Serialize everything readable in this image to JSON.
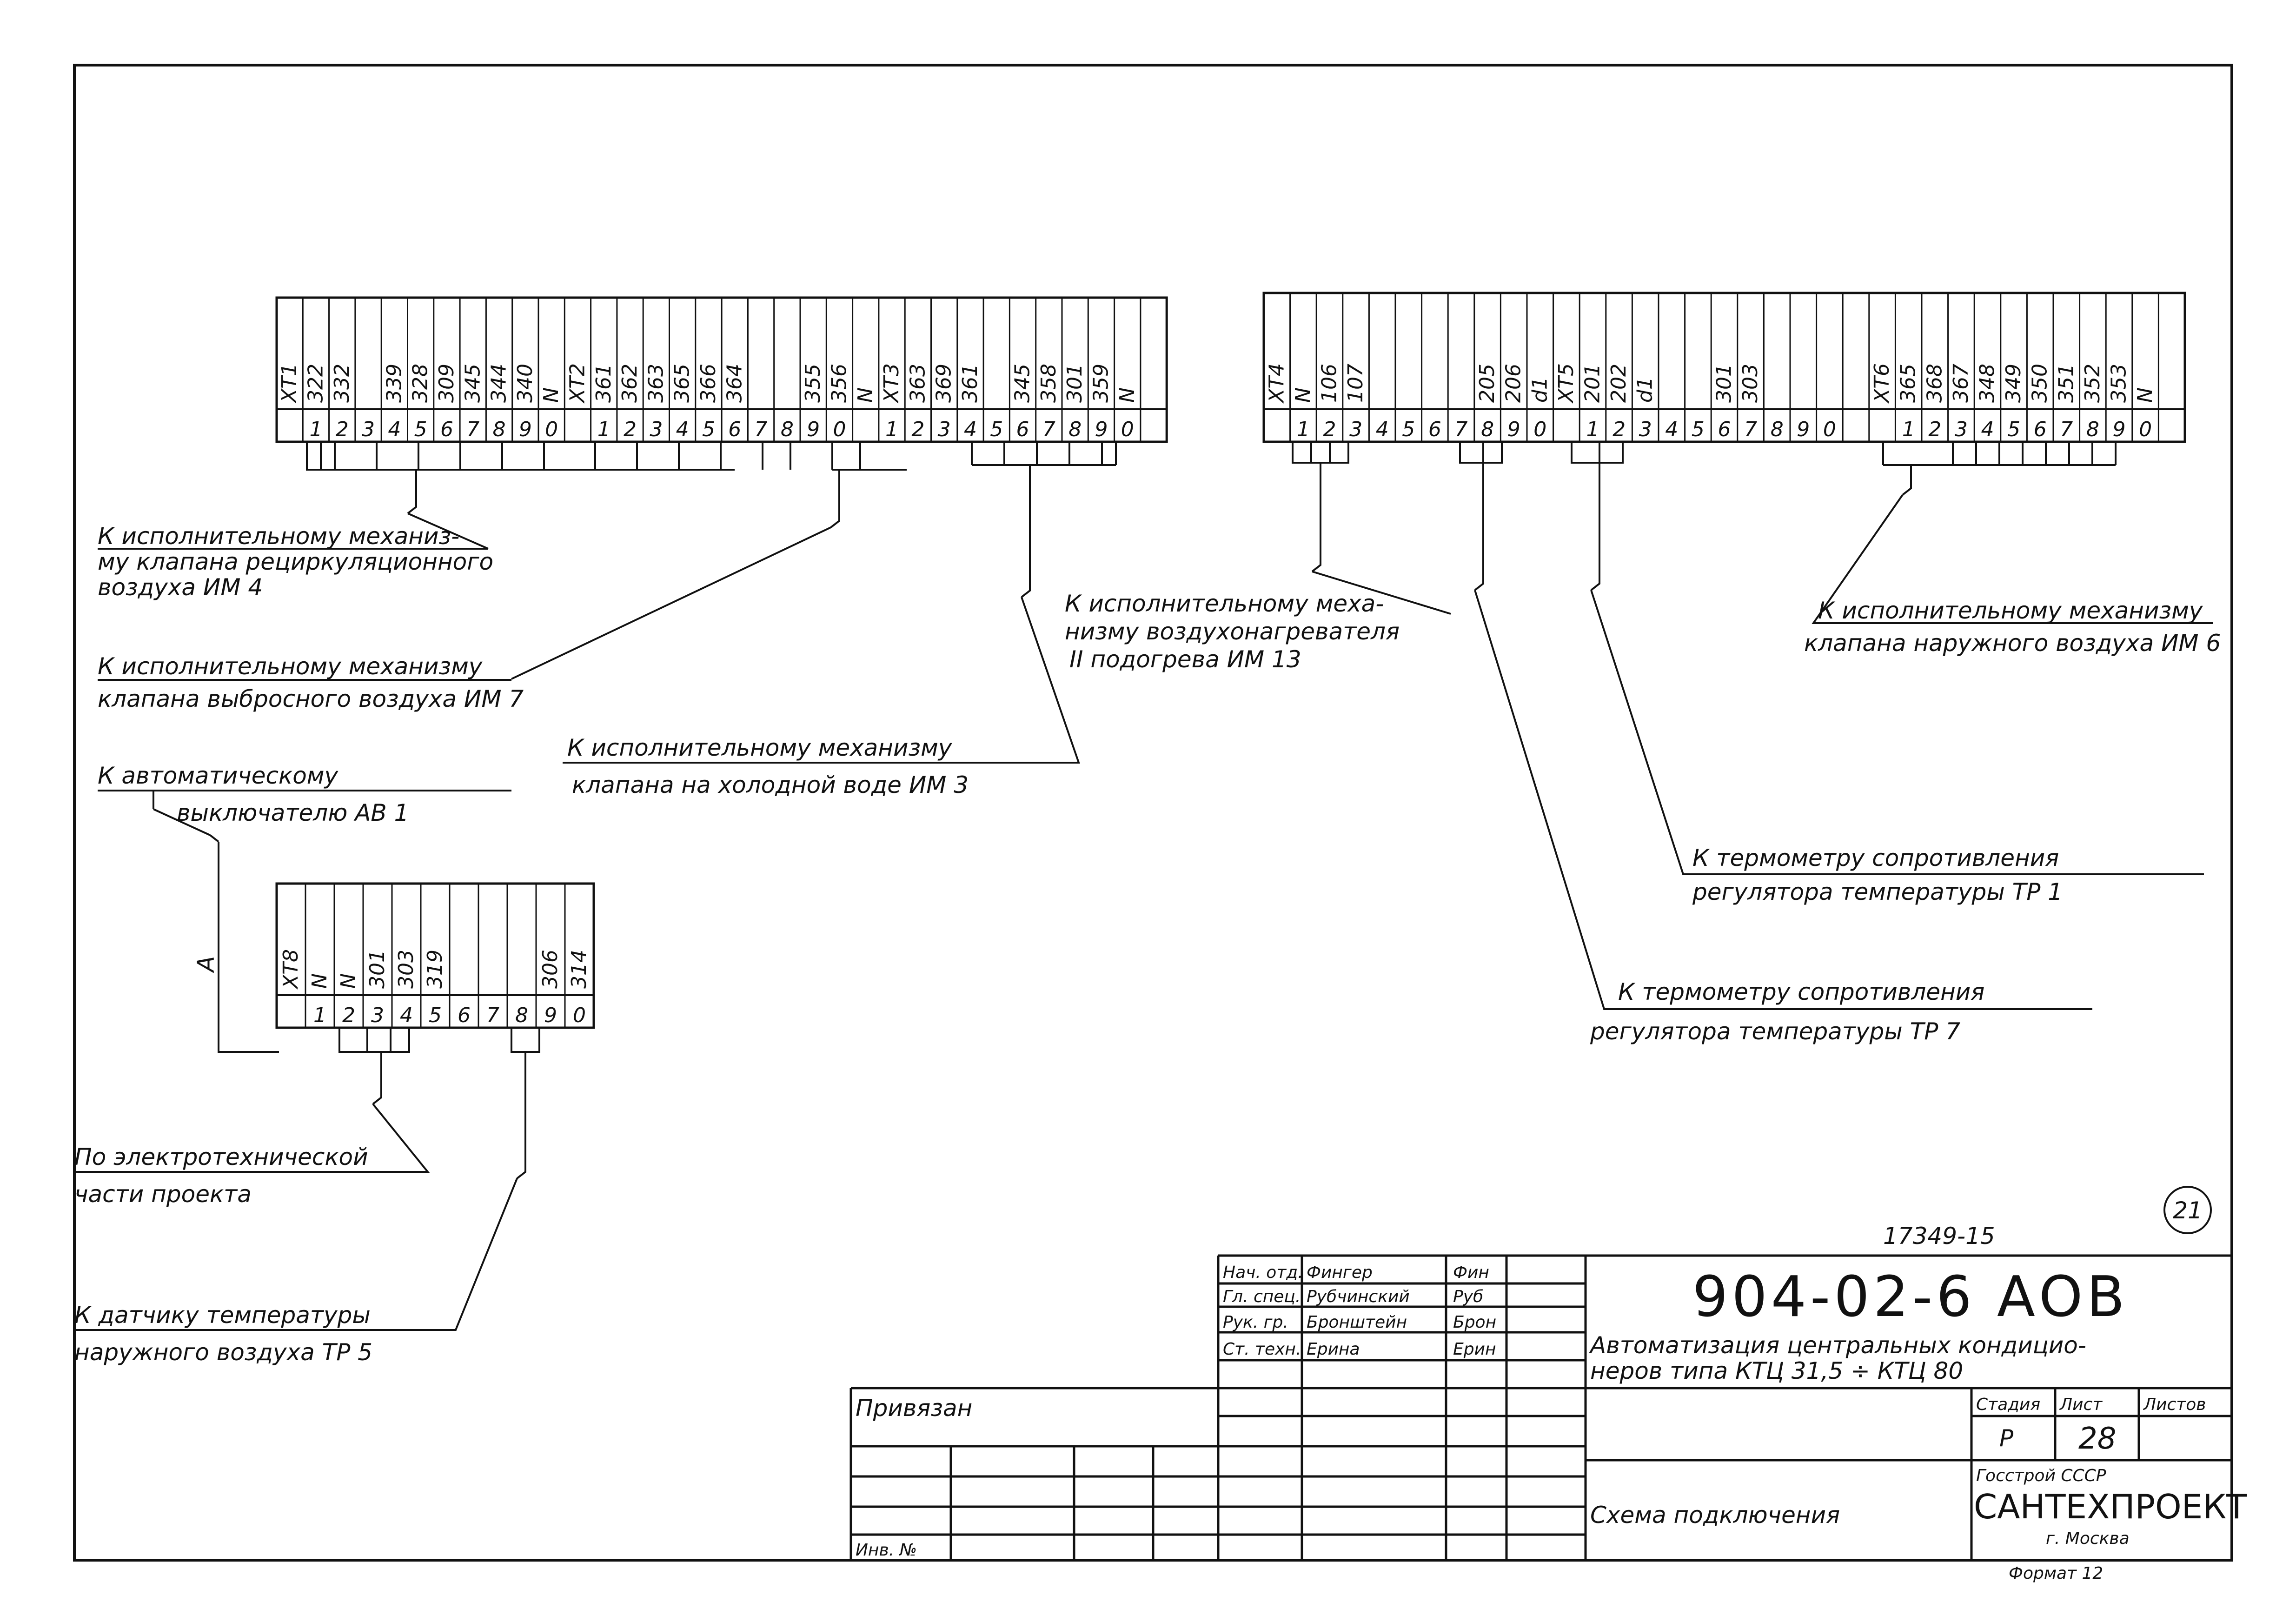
{
  "terminal_blocks": {
    "b1": {
      "cols": [
        "XT1",
        "322",
        "332",
        "",
        "339",
        "328",
        "309",
        "345",
        "344",
        "340",
        "N",
        "XT2",
        "361",
        "362",
        "363",
        "365",
        "366",
        "364",
        "",
        "",
        "355",
        "356",
        "N",
        "XT3",
        "363",
        "369",
        "361",
        "",
        "345",
        "358",
        "301",
        "359",
        "N",
        ""
      ],
      "nums": [
        "",
        "1",
        "2",
        "3",
        "4",
        "5",
        "6",
        "7",
        "8",
        "9",
        "0",
        "",
        "1",
        "2",
        "3",
        "4",
        "5",
        "6",
        "7",
        "8",
        "9",
        "0",
        "",
        "1",
        "2",
        "3",
        "4",
        "5",
        "6",
        "7",
        "8",
        "9",
        "0",
        ""
      ]
    },
    "b2": {
      "cols": [
        "XT4",
        "N",
        "106",
        "107",
        "",
        "",
        "",
        "",
        "205",
        "206",
        "d1",
        "XT5",
        "201",
        "202",
        "d1",
        "",
        "",
        "301",
        "303",
        "",
        "",
        "",
        "",
        "XT6",
        "365",
        "368",
        "367",
        "348",
        "349",
        "350",
        "351",
        "352",
        "353",
        "N",
        ""
      ],
      "nums": [
        "",
        "1",
        "2",
        "3",
        "4",
        "5",
        "6",
        "7",
        "8",
        "9",
        "0",
        "",
        "1",
        "2",
        "3",
        "4",
        "5",
        "6",
        "7",
        "8",
        "9",
        "0",
        "",
        "",
        "1",
        "2",
        "3",
        "4",
        "5",
        "6",
        "7",
        "8",
        "9",
        "0",
        ""
      ]
    },
    "b3": {
      "cols": [
        "XT8",
        "N",
        "N",
        "301",
        "303",
        "319",
        "",
        "",
        "",
        "306",
        "314"
      ],
      "nums": [
        "",
        "1",
        "2",
        "3",
        "4",
        "5",
        "6",
        "7",
        "8",
        "9",
        "0"
      ]
    }
  },
  "labels": {
    "im4_l1": "К исполнительному механиз-",
    "im4_l2": "му клапана рециркуляционного",
    "im4_l3": "воздуха ИМ 4",
    "im7_l1": "К исполнительному механизму",
    "im7_l2": "клапана выбросного воздуха ИМ 7",
    "av1_l1": "К автоматическому",
    "av1_l2": "выключателю АВ 1",
    "im3_l1": "К исполнительному механизму",
    "im3_l2": "клапана на холодной воде ИМ 3",
    "im13_l1": "К исполнительному меха-",
    "im13_l2": "низму воздухонагревателя",
    "im13_l3": "II подогрева ИМ 13",
    "im6_l1": "К исполнительному механизму",
    "im6_l2": "клапана наружного воздуха ИМ 6",
    "tp1_l1": "К термометру сопротивления",
    "tp1_l2": "регулятора температуры ТР 1",
    "tp7_l1": "К термометру сопротивления",
    "tp7_l2": "регулятора температуры ТР 7",
    "el_l1": "По электротехнической",
    "el_l2": "части проекта",
    "tp5_l1": "К датчику температуры",
    "tp5_l2": "наружного воздуха ТР 5",
    "wire_a": "А"
  },
  "sheet_circle": "21",
  "archive_no": "17349-15",
  "title_block": {
    "doc_code": "904-02-6  АОВ",
    "title_l1": "Автоматизация центральных кондицио-",
    "title_l2": "неров  типа  КТЦ 31,5 ÷ КТЦ 80",
    "roles": [
      "Нач. отд.",
      "Гл. спец.",
      "Рук. гр.",
      "Ст. техн."
    ],
    "names": [
      "Фингер",
      "Рубчинский",
      "Бронштейн",
      "Ерина"
    ],
    "signatures": [
      "Фин",
      "Руб",
      "Брон",
      "Ерин"
    ],
    "stage_h": "Стадия",
    "sheet_h": "Лист",
    "sheets_h": "Листов",
    "stage": "Р",
    "sheet": "28",
    "sheet_name": "Схема подключения",
    "org1": "Госстрой  СССР",
    "org2": "САНТЕХПРОЕКТ",
    "org3": "г. Москва",
    "bound": "Привязан",
    "inv": "Инв. №",
    "format": "Формат 12"
  }
}
